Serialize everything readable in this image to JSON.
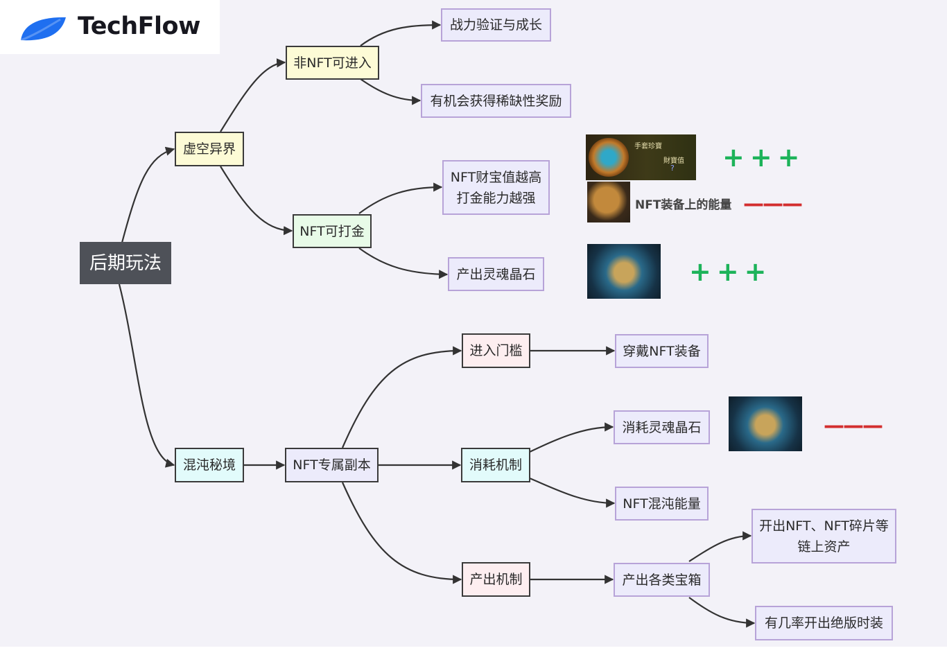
{
  "brand": {
    "name": "TechFlow",
    "color": "#1f6ff0"
  },
  "nodes": {
    "root": "后期玩法",
    "void": "虚空异界",
    "nonnft": "非NFT可进入",
    "power": "战力验证与成长",
    "rare": "有机会获得稀缺性奖励",
    "nftgold": "NFT可打金",
    "treasure": "NFT财宝值越高\n打金能力越强",
    "soul": "产出灵魂晶石",
    "chaos": "混沌秘境",
    "dungeon": "NFT专属副本",
    "gate": "进入门槛",
    "wear": "穿戴NFT装备",
    "consume": "消耗机制",
    "burnsoul": "消耗灵魂晶石",
    "chaosenergy": "NFT混沌能量",
    "output": "产出机制",
    "boxes": "产出各类宝箱",
    "assets": "开出NFT、NFT碎片等\n链上资产",
    "skins": "有几率开出绝版时装"
  },
  "annotations": {
    "glove_title": "手套珍寶",
    "glove_stat": "財寶值",
    "glove_q": "?",
    "energy_note": "NFT装备上的能量",
    "plus": "+++",
    "minus": "———"
  },
  "colors": {
    "yellow": "#fdfbd6",
    "green": "#e8fbe8",
    "cyan": "#e2fbfb",
    "pink": "#fdeef0",
    "leaf": "#ecebfb",
    "leaf_border": "#b7a3d8",
    "plus": "#1db35a",
    "minus": "#d32f2f"
  }
}
